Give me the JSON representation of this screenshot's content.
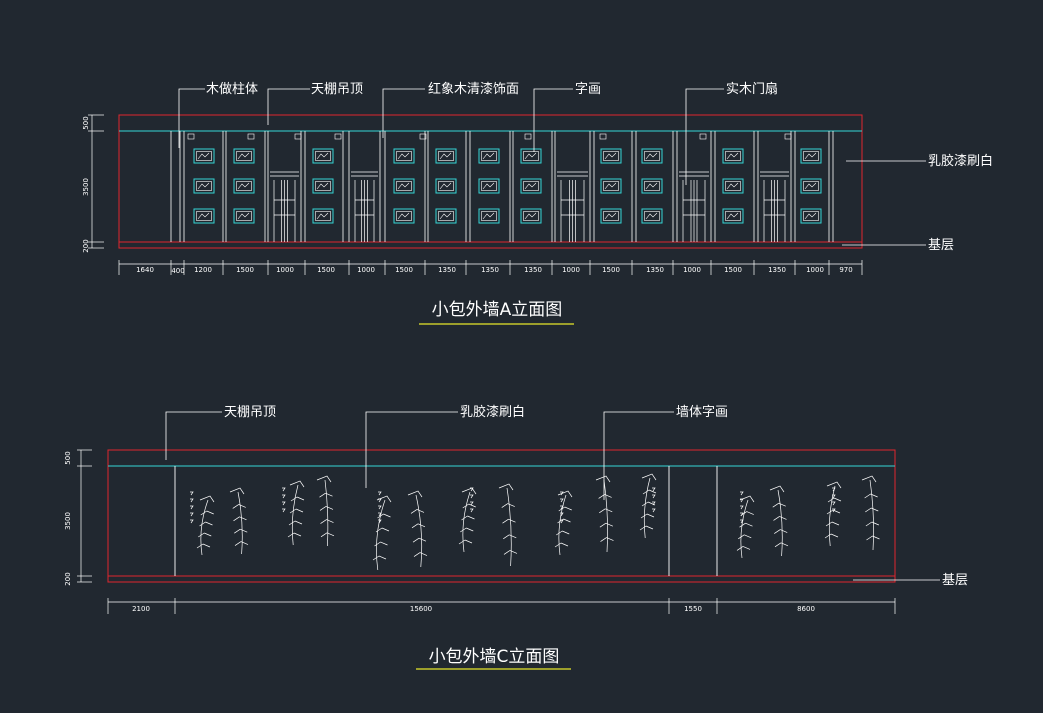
{
  "colors": {
    "background": "#212830",
    "frame": "#e0262e",
    "ceiling_line": "#35d6d6",
    "line": "#ffffff",
    "panel": "#35d6d6",
    "title_underline": "#e6e62a"
  },
  "elevation_a": {
    "title": "小包外墙A立面图",
    "labels": {
      "column": "木做柱体",
      "ceiling": "天棚吊顶",
      "veneer": "红象木清漆饰面",
      "calligraphy": "字画",
      "door": "实木门扇",
      "latex": "乳胶漆刷白",
      "base": "基层"
    },
    "vertical_dims": [
      "500",
      "3500",
      "200"
    ],
    "bottom_dims": [
      "1640",
      "400",
      "1200",
      "1500",
      "1000",
      "1500",
      "1000",
      "1500",
      "1350",
      "1350",
      "1350",
      "1000",
      "1500",
      "1350",
      "1000",
      "1500",
      "1350",
      "1000",
      "970"
    ]
  },
  "elevation_c": {
    "title": "小包外墙C立面图",
    "labels": {
      "ceiling": "天棚吊顶",
      "latex": "乳胶漆刷白",
      "calligraphy": "墙体字画",
      "base": "基层"
    },
    "vertical_dims": [
      "500",
      "3500",
      "200"
    ],
    "bottom_dims": [
      "2100",
      "15600",
      "1550",
      "8600"
    ]
  }
}
